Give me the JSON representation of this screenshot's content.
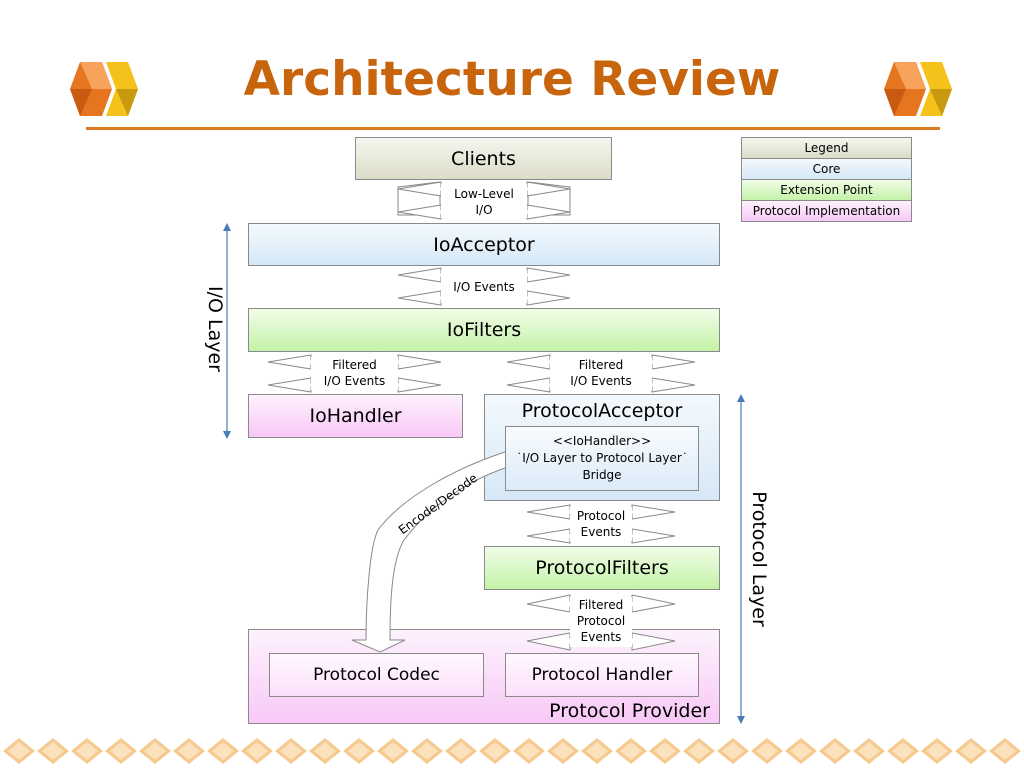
{
  "title": "Architecture Review",
  "legend": {
    "header": "Legend",
    "core": "Core",
    "extension_point": "Extension Point",
    "protocol_implementation": "Protocol Implementation"
  },
  "nodes": {
    "clients": "Clients",
    "io_acceptor": "IoAcceptor",
    "io_filters": "IoFilters",
    "io_handler": "IoHandler",
    "protocol_acceptor": "ProtocolAcceptor",
    "bridge_line1": "<<IoHandler>>",
    "bridge_line2": "˙I/O Layer to Protocol Layer˙",
    "bridge_line3": "Bridge",
    "protocol_filters": "ProtocolFilters",
    "protocol_codec": "Protocol Codec",
    "protocol_handler": "Protocol Handler",
    "protocol_provider": "Protocol Provider"
  },
  "flows": {
    "low_level_io_1": "Low-Level",
    "low_level_io_2": "I/O",
    "io_events": "I/O Events",
    "filtered_left_1": "Filtered",
    "filtered_left_2": "I/O Events",
    "filtered_right_1": "Filtered",
    "filtered_right_2": "I/O Events",
    "protocol_events_1": "Protocol",
    "protocol_events_2": "Events",
    "filtered_protocol_1": "Filtered",
    "filtered_protocol_2": "Protocol",
    "filtered_protocol_3": "Events",
    "encode_decode": "Encode/Decode"
  },
  "layers": {
    "io_layer": "I/O Layer",
    "protocol_layer": "Protocol Layer"
  },
  "colors": {
    "title": "#c8640c",
    "accent_rule": "#e07a22",
    "core_fill": "#d5e8f7",
    "extension_fill": "#c4f2a8",
    "protocol_fill": "#f8c8f6",
    "clients_fill": "#dcdcc8",
    "layer_arrow": "#4a7ab8"
  },
  "icons": [
    "cube-logo-icon",
    "cube-logo-icon",
    "diamond-border-pattern"
  ]
}
